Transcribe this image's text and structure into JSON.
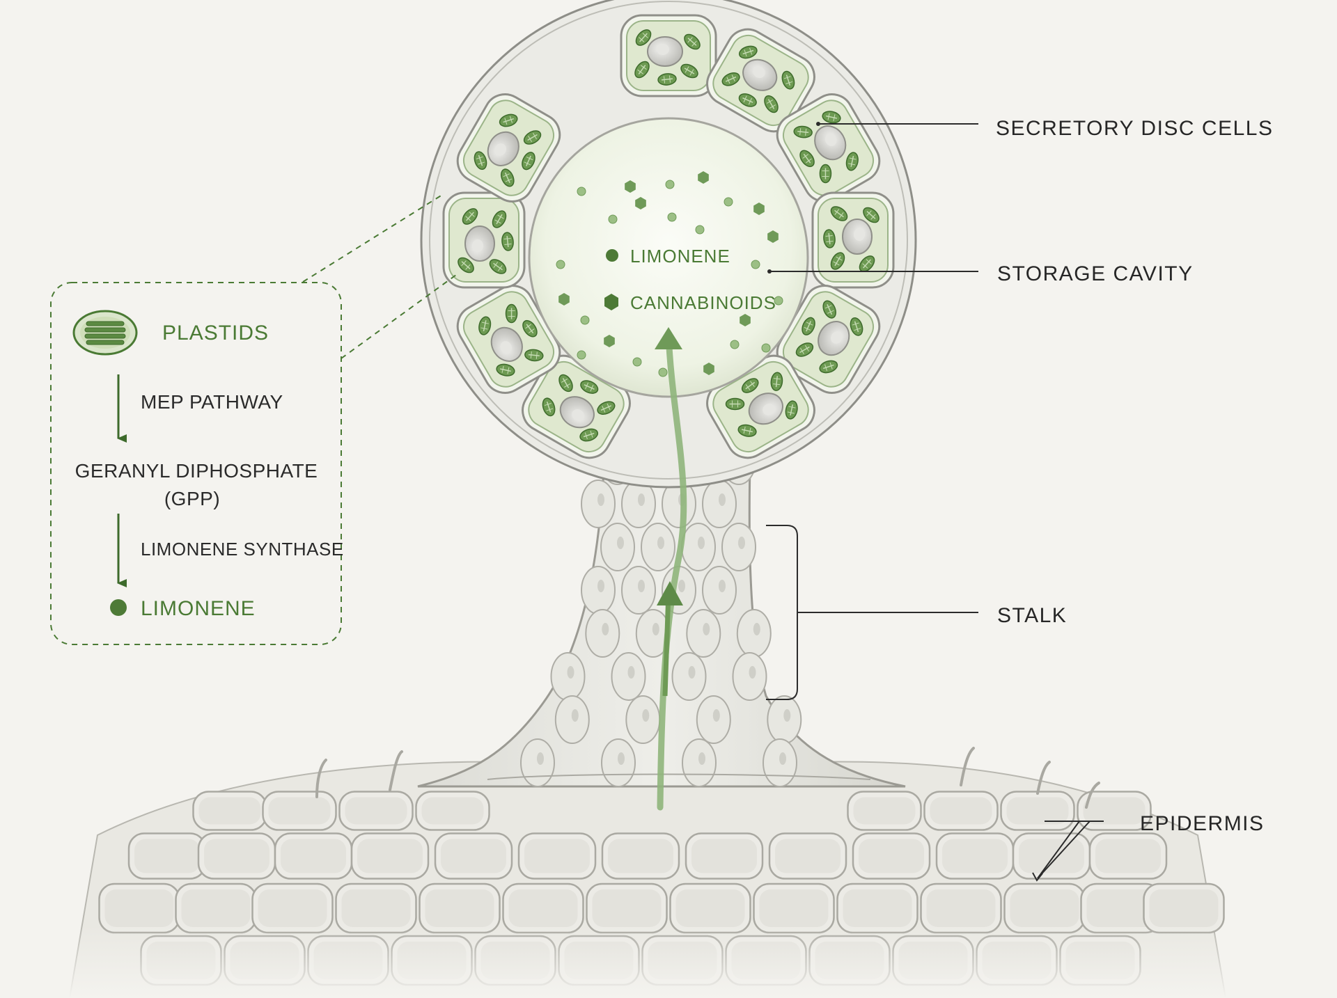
{
  "labels": {
    "secretory_disc_cells": "SECRETORY DISC CELLS",
    "storage_cavity": "STORAGE CAVITY",
    "stalk": "STALK",
    "epidermis": "EPIDERMIS"
  },
  "cavity": {
    "limonene": "LIMONENE",
    "cannabinoids": "CANNABINOIDS"
  },
  "pathway": {
    "plastids": "PLASTIDS",
    "mep_pathway": "MEP PATHWAY",
    "gpp_line1": "GERANYL DIPHOSPHATE",
    "gpp_line2": "(GPP)",
    "enzyme": "LIMONENE SYNTHASE",
    "product": "LIMONENE"
  },
  "colors": {
    "background": "#f4f3ef",
    "green": "#4a7a34",
    "cell_fill": "#dfe8cf",
    "outline": "#8e8e88"
  }
}
